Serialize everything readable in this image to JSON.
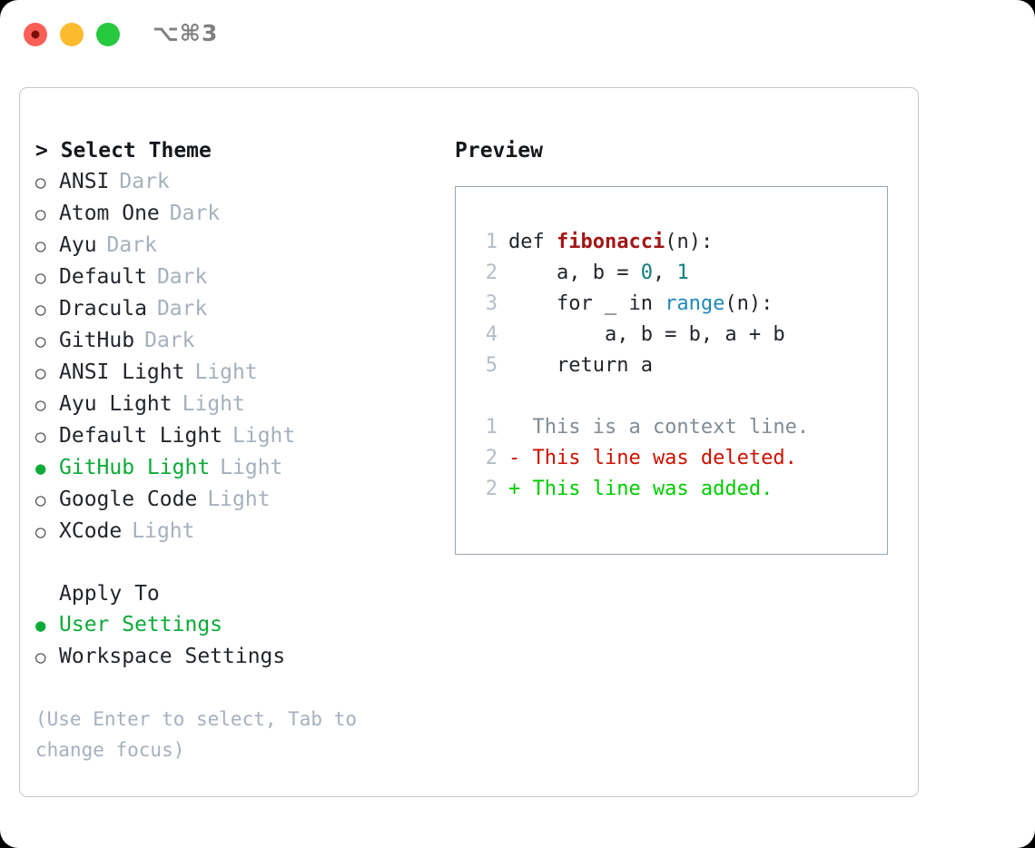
{
  "titlebar": {
    "shortcut": "⌥⌘3",
    "dots": [
      {
        "name": "close-button",
        "color": "#fa5f57"
      },
      {
        "name": "minimize-button",
        "color": "#fcbb2f"
      },
      {
        "name": "maximize-button",
        "color": "#27c93f"
      }
    ]
  },
  "theme_picker": {
    "heading": "> Select Theme",
    "marker_unselected": "○",
    "marker_selected": "●",
    "items": [
      {
        "name": "ANSI",
        "variant": "Dark",
        "selected": false
      },
      {
        "name": "Atom One",
        "variant": "Dark",
        "selected": false
      },
      {
        "name": "Ayu",
        "variant": "Dark",
        "selected": false
      },
      {
        "name": "Default",
        "variant": "Dark",
        "selected": false
      },
      {
        "name": "Dracula",
        "variant": "Dark",
        "selected": false
      },
      {
        "name": "GitHub",
        "variant": "Dark",
        "selected": false
      },
      {
        "name": "ANSI Light",
        "variant": "Light",
        "selected": false
      },
      {
        "name": "Ayu Light",
        "variant": "Light",
        "selected": false
      },
      {
        "name": "Default Light",
        "variant": "Light",
        "selected": false
      },
      {
        "name": "GitHub Light",
        "variant": "Light",
        "selected": true
      },
      {
        "name": "Google Code",
        "variant": "Light",
        "selected": false
      },
      {
        "name": "XCode",
        "variant": "Light",
        "selected": false
      }
    ]
  },
  "apply_to": {
    "heading": "Apply To",
    "items": [
      {
        "name": "User Settings",
        "selected": true
      },
      {
        "name": "Workspace Settings",
        "selected": false
      }
    ]
  },
  "hint": "(Use Enter to select, Tab to change focus)",
  "preview": {
    "title": "Preview",
    "code_lines": [
      {
        "no": "1",
        "tokens": [
          {
            "text": "def ",
            "kind": "plain"
          },
          {
            "text": "fibonacci",
            "kind": "func"
          },
          {
            "text": "(n):",
            "kind": "plain"
          }
        ]
      },
      {
        "no": "2",
        "tokens": [
          {
            "text": "    a, b = ",
            "kind": "plain"
          },
          {
            "text": "0",
            "kind": "num"
          },
          {
            "text": ", ",
            "kind": "plain"
          },
          {
            "text": "1",
            "kind": "num"
          }
        ]
      },
      {
        "no": "3",
        "tokens": [
          {
            "text": "    for _ in ",
            "kind": "plain"
          },
          {
            "text": "range",
            "kind": "call"
          },
          {
            "text": "(n):",
            "kind": "plain"
          }
        ]
      },
      {
        "no": "4",
        "tokens": [
          {
            "text": "        a, b = b, a + b",
            "kind": "plain"
          }
        ]
      },
      {
        "no": "5",
        "tokens": [
          {
            "text": "    return a",
            "kind": "plain"
          }
        ]
      }
    ],
    "diff_lines": [
      {
        "no": "1",
        "text": "  This is a context line.",
        "kind": "ctx"
      },
      {
        "no": "2",
        "text": "- This line was deleted.",
        "kind": "del"
      },
      {
        "no": "2",
        "text": "+ This line was added.",
        "kind": "add"
      }
    ]
  },
  "colors": {
    "accent_green": "#0cab38",
    "muted": "#a6b0bd",
    "diff_added": "#00cc00",
    "diff_deleted": "#cc1100",
    "syntax_function": "#a31515",
    "syntax_number": "#107c7c",
    "syntax_call": "#2089bc"
  }
}
